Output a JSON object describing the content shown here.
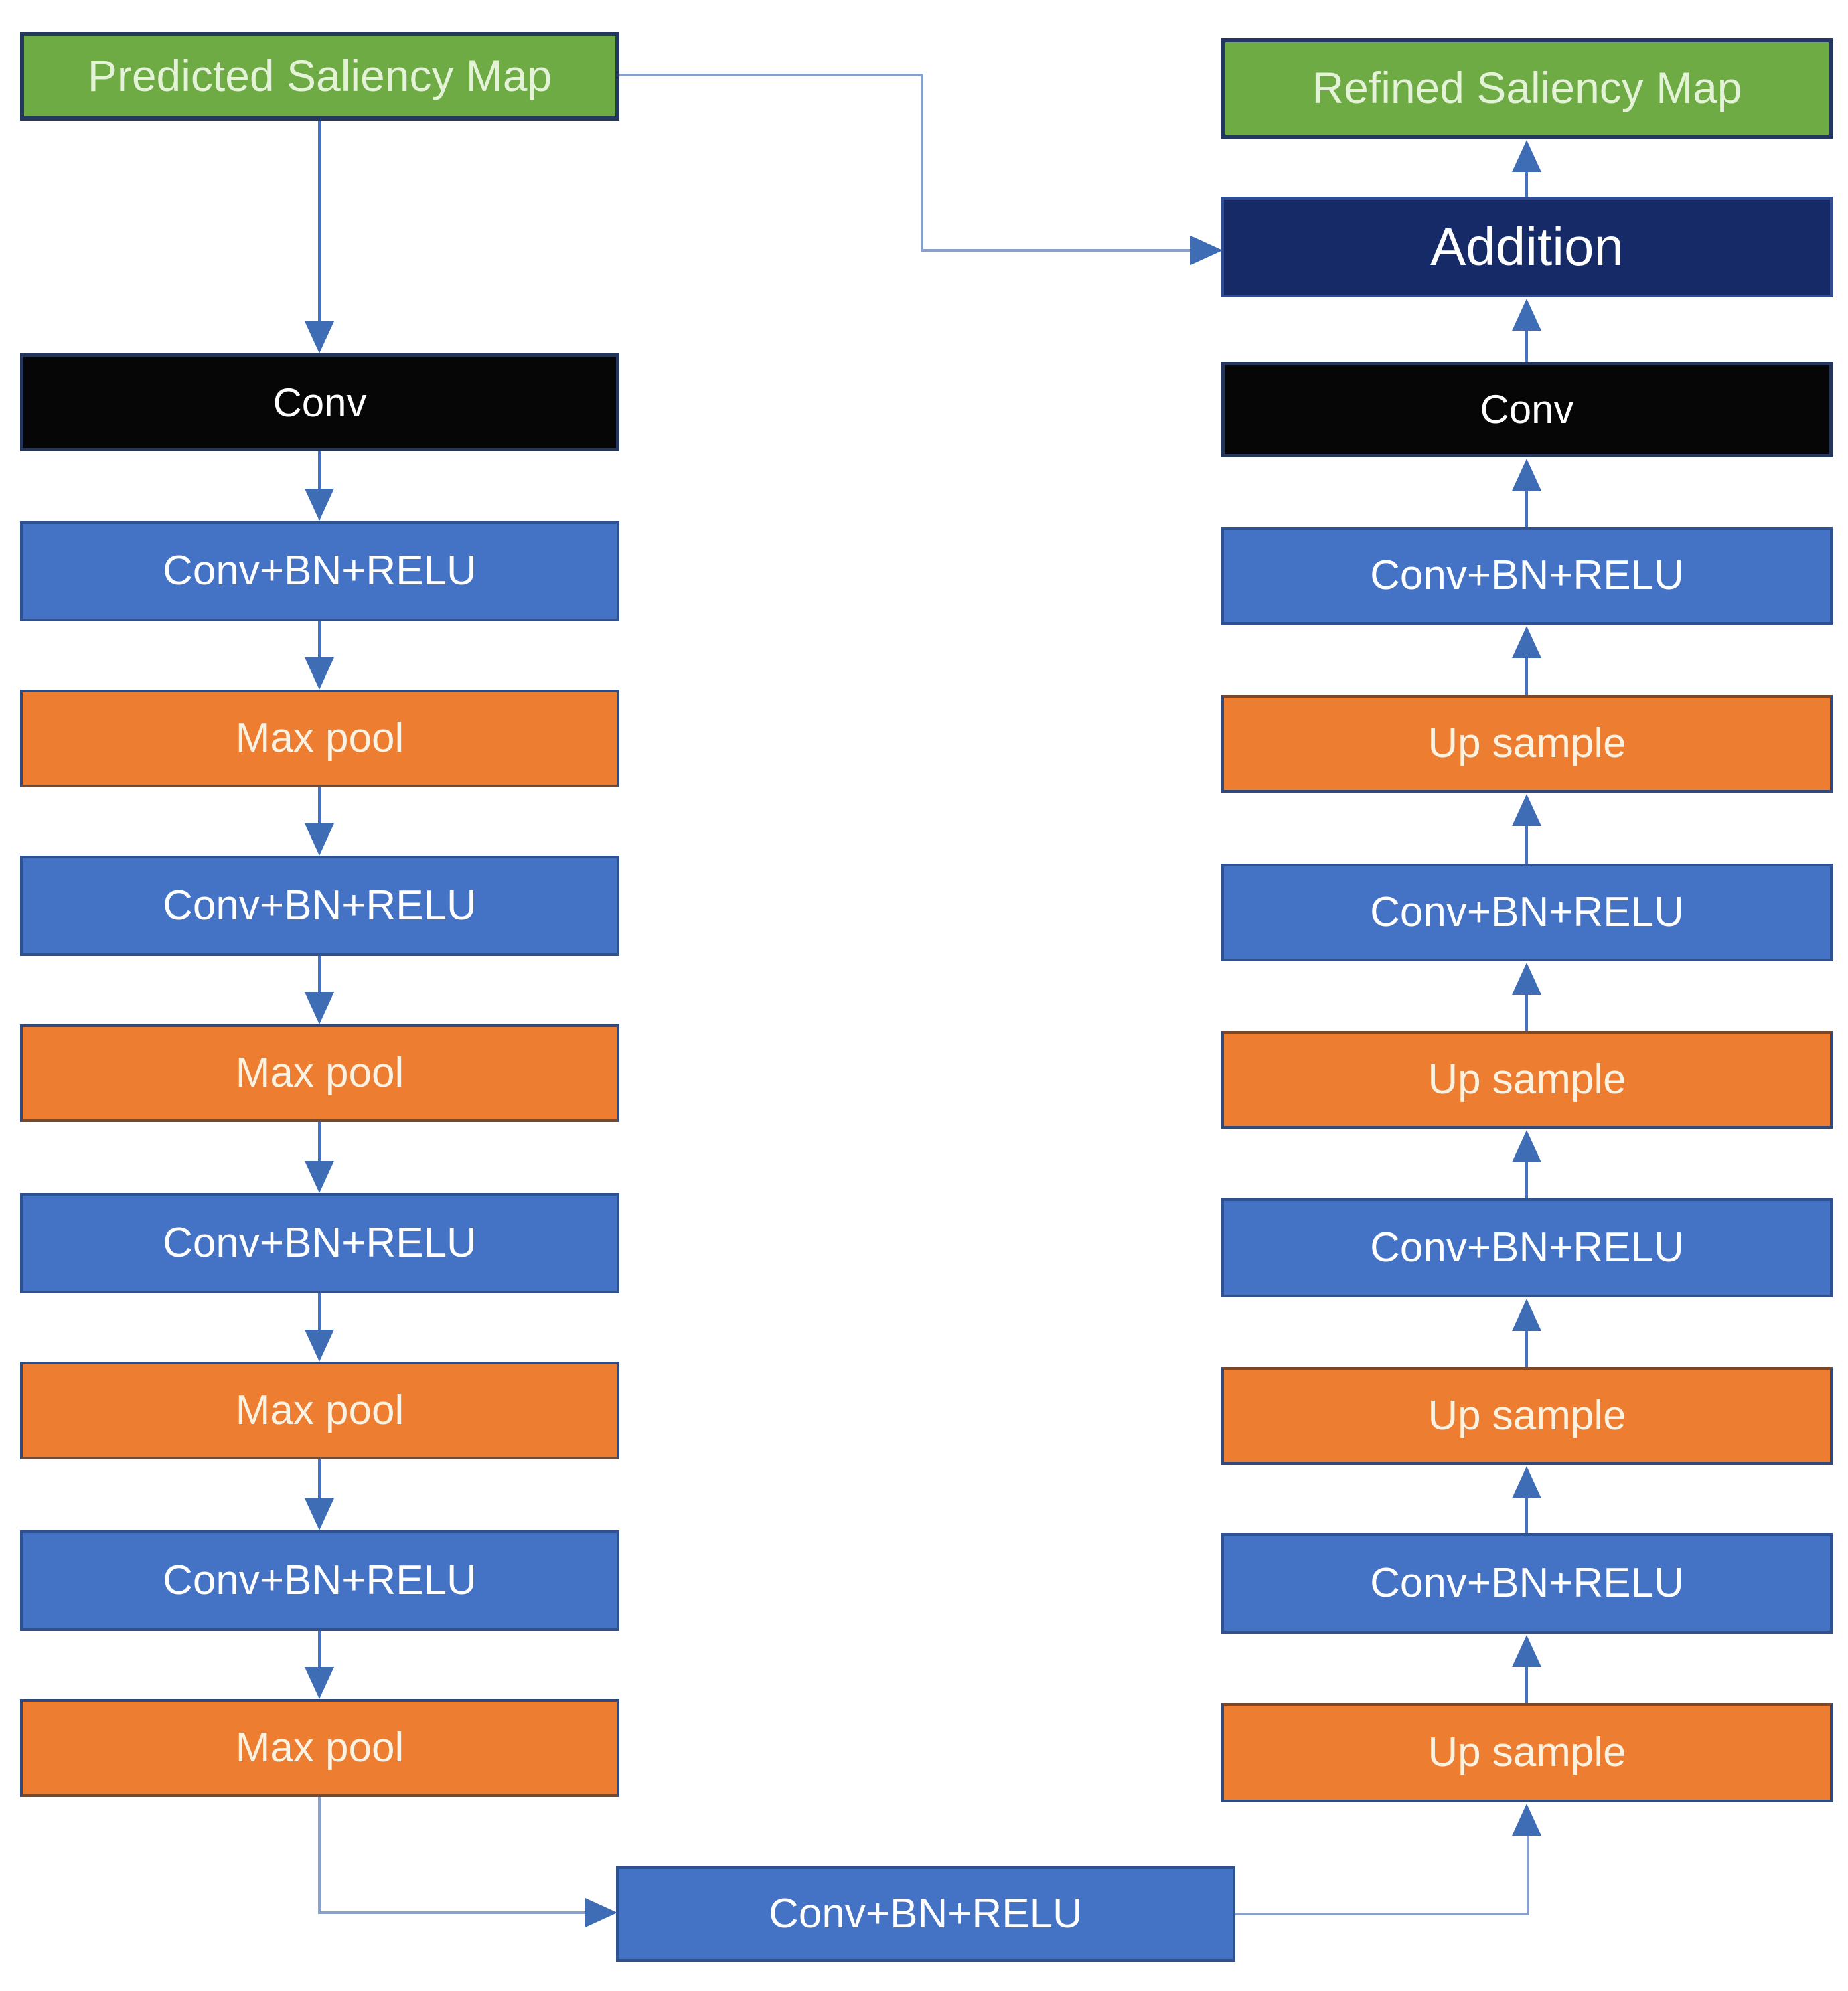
{
  "diagram": {
    "left_column": [
      {
        "id": "predicted-saliency-map",
        "label": "Predicted Saliency Map",
        "type": "green"
      },
      {
        "id": "conv-input",
        "label": "Conv",
        "type": "black"
      },
      {
        "id": "conv-bn-relu-1",
        "label": "Conv+BN+RELU",
        "type": "blue"
      },
      {
        "id": "max-pool-1",
        "label": "Max pool",
        "type": "orange"
      },
      {
        "id": "conv-bn-relu-2",
        "label": "Conv+BN+RELU",
        "type": "blue"
      },
      {
        "id": "max-pool-2",
        "label": "Max pool",
        "type": "orange"
      },
      {
        "id": "conv-bn-relu-3",
        "label": "Conv+BN+RELU",
        "type": "blue"
      },
      {
        "id": "max-pool-3",
        "label": "Max pool",
        "type": "orange"
      },
      {
        "id": "conv-bn-relu-4",
        "label": "Conv+BN+RELU",
        "type": "blue"
      },
      {
        "id": "max-pool-4",
        "label": "Max pool",
        "type": "orange"
      }
    ],
    "bottom_box": {
      "id": "conv-bn-relu-bottleneck",
      "label": "Conv+BN+RELU",
      "type": "blue"
    },
    "right_column": [
      {
        "id": "refined-saliency-map",
        "label": "Refined Saliency Map",
        "type": "green"
      },
      {
        "id": "addition",
        "label": "Addition",
        "type": "navy"
      },
      {
        "id": "conv-output",
        "label": "Conv",
        "type": "black"
      },
      {
        "id": "conv-bn-relu-r1",
        "label": "Conv+BN+RELU",
        "type": "blue"
      },
      {
        "id": "up-sample-1",
        "label": "Up sample",
        "type": "orange"
      },
      {
        "id": "conv-bn-relu-r2",
        "label": "Conv+BN+RELU",
        "type": "blue"
      },
      {
        "id": "up-sample-2",
        "label": "Up sample",
        "type": "orange"
      },
      {
        "id": "conv-bn-relu-r3",
        "label": "Conv+BN+RELU",
        "type": "blue"
      },
      {
        "id": "up-sample-3",
        "label": "Up sample",
        "type": "orange"
      },
      {
        "id": "conv-bn-relu-r4",
        "label": "Conv+BN+RELU",
        "type": "blue"
      },
      {
        "id": "up-sample-4",
        "label": "Up sample",
        "type": "orange"
      }
    ],
    "colors": {
      "green_fill": "#6EAB45",
      "green_border": "#24375F",
      "green_text": "#E4F2D8",
      "blue_fill": "#4472C4",
      "blue_border": "#2F528F",
      "orange_fill": "#ED7D31",
      "orange_border": "#2F4A7D",
      "orange_border_shadow": "#77492F",
      "orange_text": "#FBF2E2",
      "black_fill": "#060606",
      "black_border": "#24355C",
      "navy_fill": "#152A66",
      "navy_border": "#2E4C8F",
      "arrow_head": "#3E6CB5",
      "arrow_line": "#4472C4",
      "connector_line": "#8AA0CC",
      "box_text": "#FFFFFF",
      "background": "#FFFFFF"
    }
  }
}
